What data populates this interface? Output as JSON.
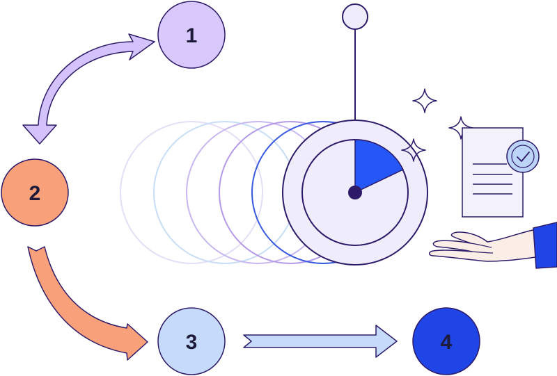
{
  "steps": [
    {
      "label": "1",
      "fill": "#d9c8fb",
      "text_color": "#1e1b3a"
    },
    {
      "label": "2",
      "fill": "#f8a07a",
      "text_color": "#1e1b3a"
    },
    {
      "label": "3",
      "fill": "#c6dbfb",
      "text_color": "#1e1b3a"
    },
    {
      "label": "4",
      "fill": "#1f45e6",
      "text_color": "#1e1b3a"
    }
  ],
  "arrows": [
    {
      "from": "1",
      "to": "2",
      "fill": "#d4c3fb"
    },
    {
      "from": "2",
      "to": "3",
      "fill": "#f8a07a"
    },
    {
      "from": "3",
      "to": "4",
      "fill": "#c6dbfb"
    }
  ],
  "colors": {
    "outline": "#2d1b69",
    "stopwatch_face": "#efecfb",
    "stopwatch_wedge": "#2457f5",
    "motion_rings": [
      "#e4def7",
      "#c7def6",
      "#c8b8f0",
      "#b59ae8",
      "#3a5be0"
    ],
    "document": "#f3f1fb",
    "check_badge": "#bcd4f8",
    "hand_skin": "#fbeee6",
    "sleeve": "#1f45e6"
  },
  "icons": [
    "stopwatch-icon",
    "document-icon",
    "check-icon",
    "sparkle-icon",
    "hand-icon",
    "arrow-icon"
  ]
}
